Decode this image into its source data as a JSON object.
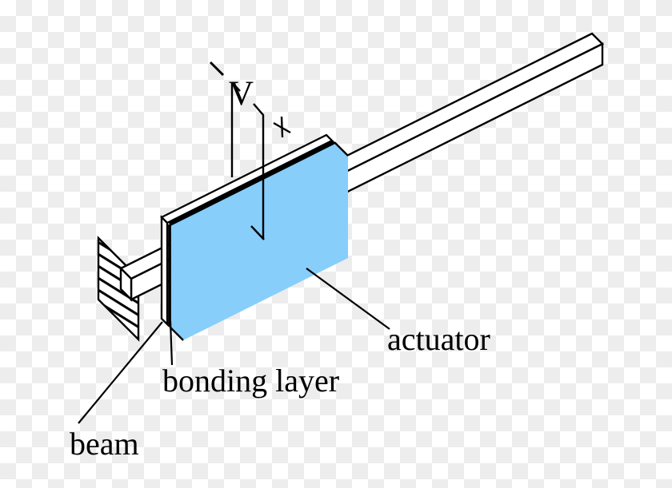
{
  "figure": {
    "title_none_visible": "",
    "voltage_label": "V",
    "polarity": {
      "plus": "+",
      "minus": "-"
    },
    "labels": {
      "actuator": "actuator",
      "bonding_layer": "bonding layer",
      "beam": "beam"
    },
    "colors": {
      "actuator_fill": "#87CEFA",
      "line": "#000000",
      "checker_light": "#FFFFFF",
      "checker_dark": "#EDEDED",
      "solid_fill": "#FFFFFF"
    }
  }
}
